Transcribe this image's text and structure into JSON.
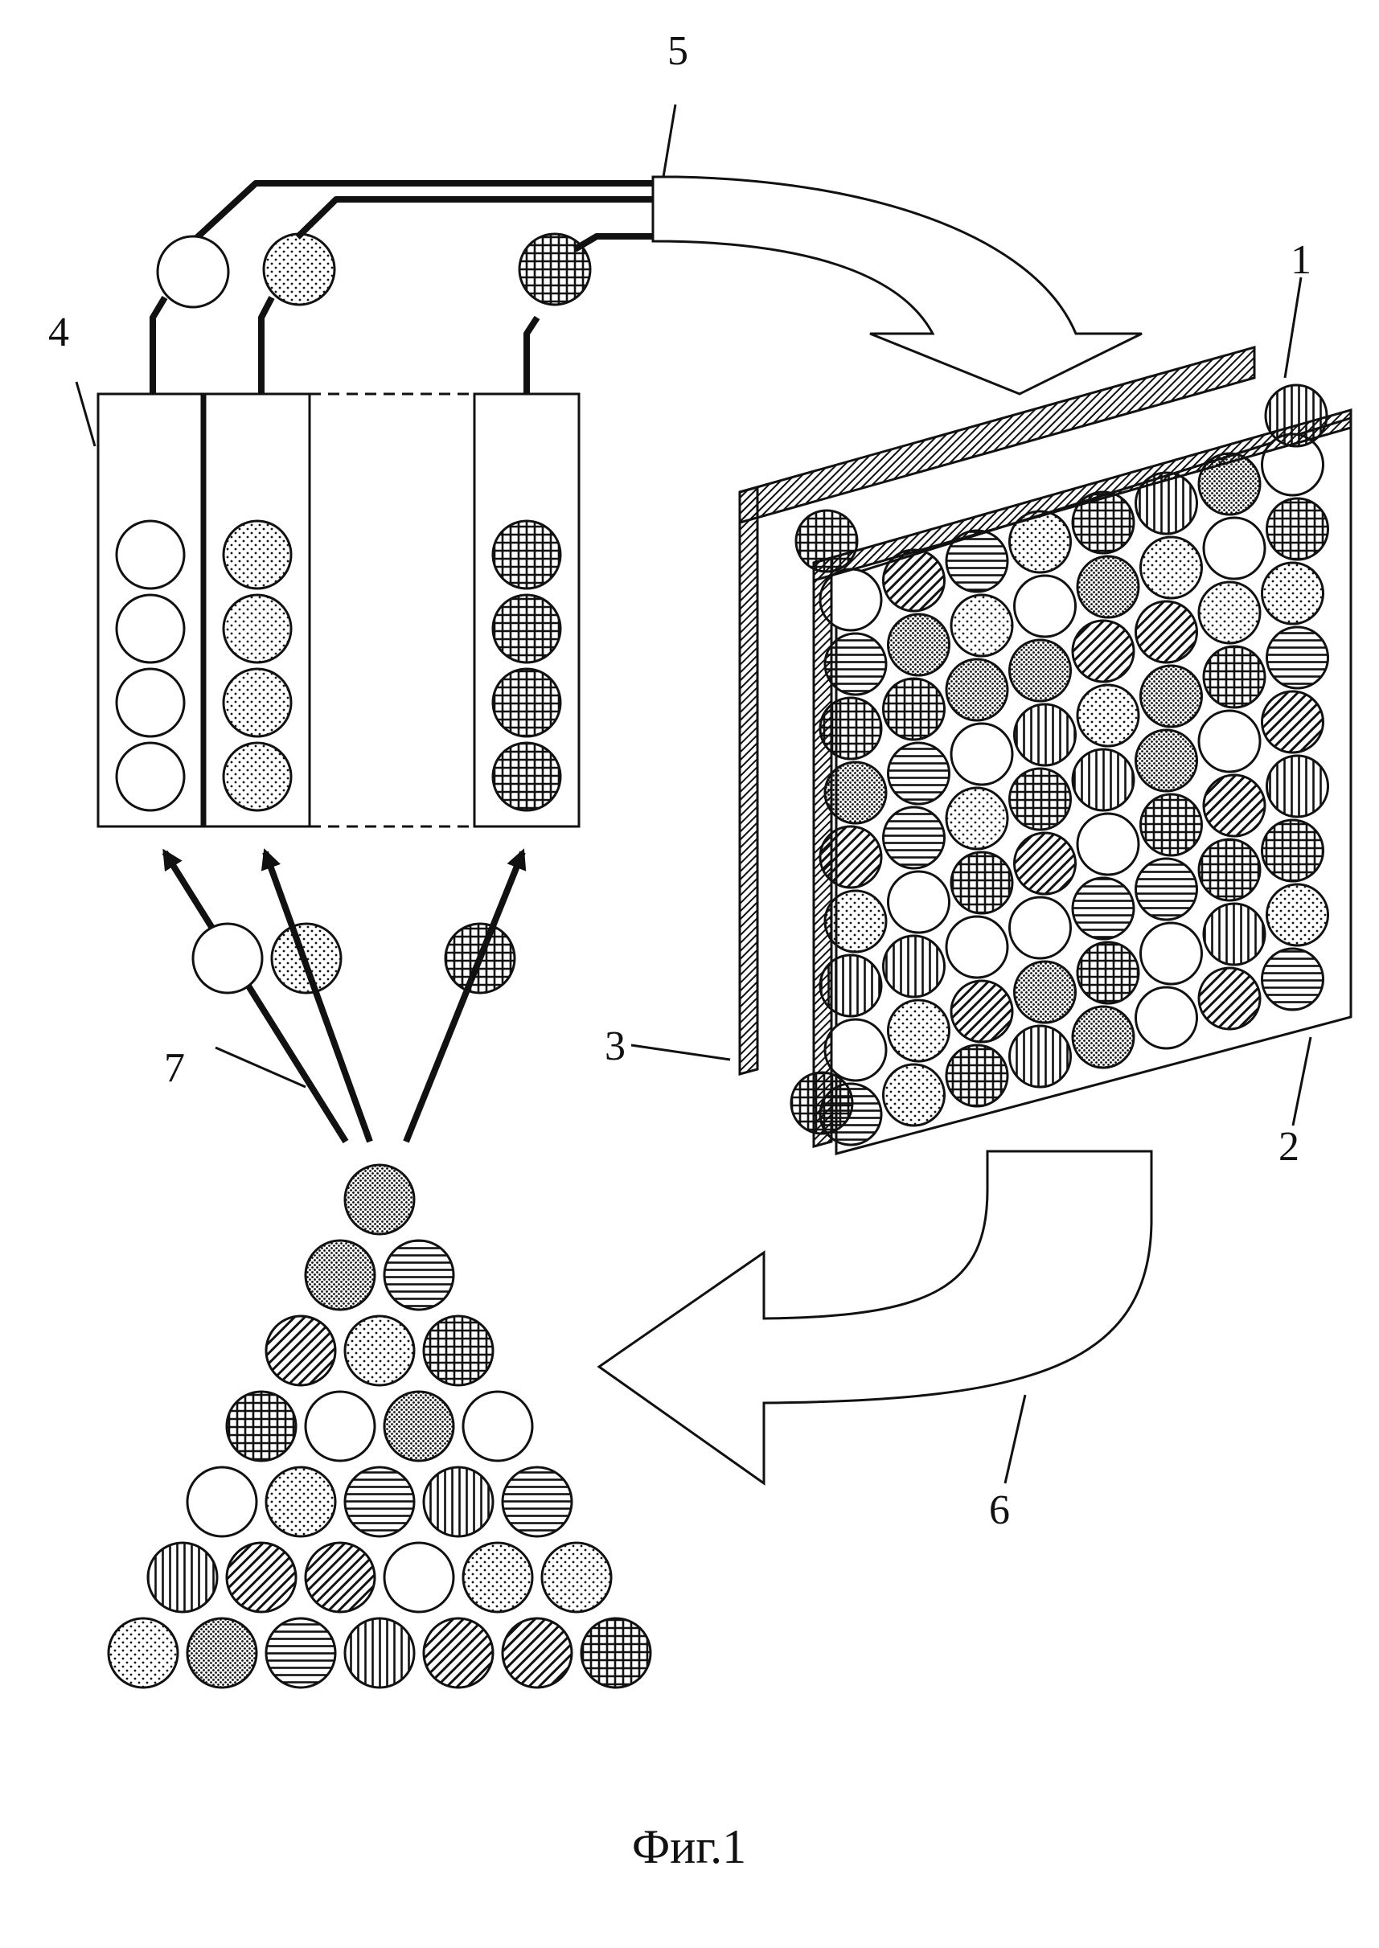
{
  "figure": {
    "caption": "Фиг.1",
    "labels": {
      "l1": "1",
      "l2": "2",
      "l3": "3",
      "l4": "4",
      "l5": "5",
      "l6": "6",
      "l7": "7"
    },
    "ball_patterns": [
      "white",
      "dots",
      "dense-dots",
      "horizontal-lines",
      "vertical-lines",
      "diagonal-lines",
      "grid"
    ],
    "colors": {
      "ink": "#111111",
      "paper": "#ffffff"
    }
  }
}
